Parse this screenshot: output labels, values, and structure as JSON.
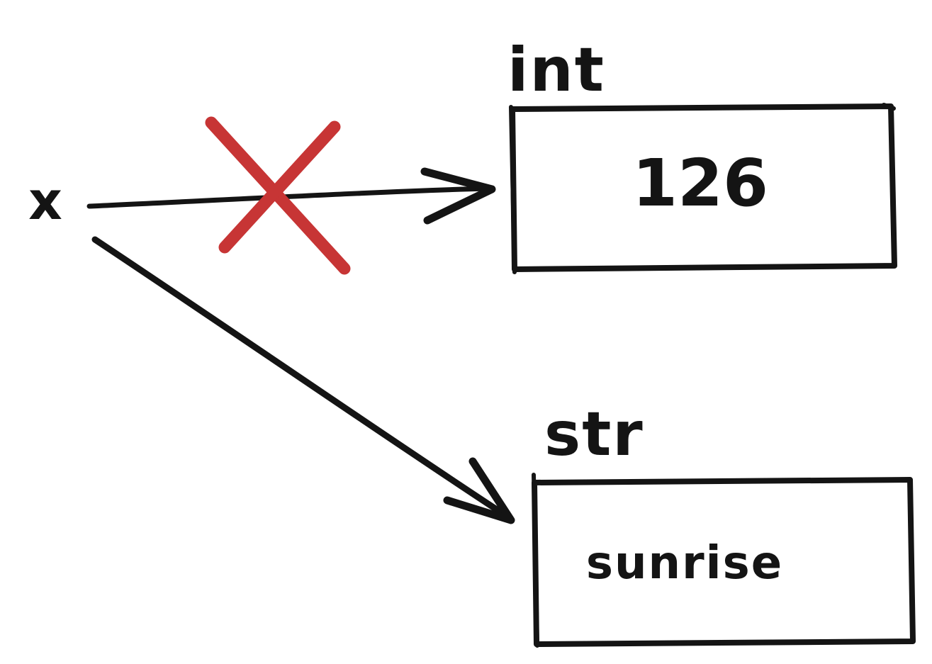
{
  "diagram": {
    "title_semantic": "variable-reassignment-sketch",
    "variable": {
      "name": "x"
    },
    "nodes": [
      {
        "id": "int-object",
        "type_label": "int",
        "value": "126"
      },
      {
        "id": "str-object",
        "type_label": "str",
        "value": "sunrise"
      }
    ],
    "edges": [
      {
        "from": "x",
        "to": "int-object",
        "state": "crossed-out"
      },
      {
        "from": "x",
        "to": "str-object",
        "state": "current"
      }
    ],
    "colors": {
      "ink": "#141414",
      "cross_out": "#c73535",
      "background": "#ffffff"
    }
  }
}
